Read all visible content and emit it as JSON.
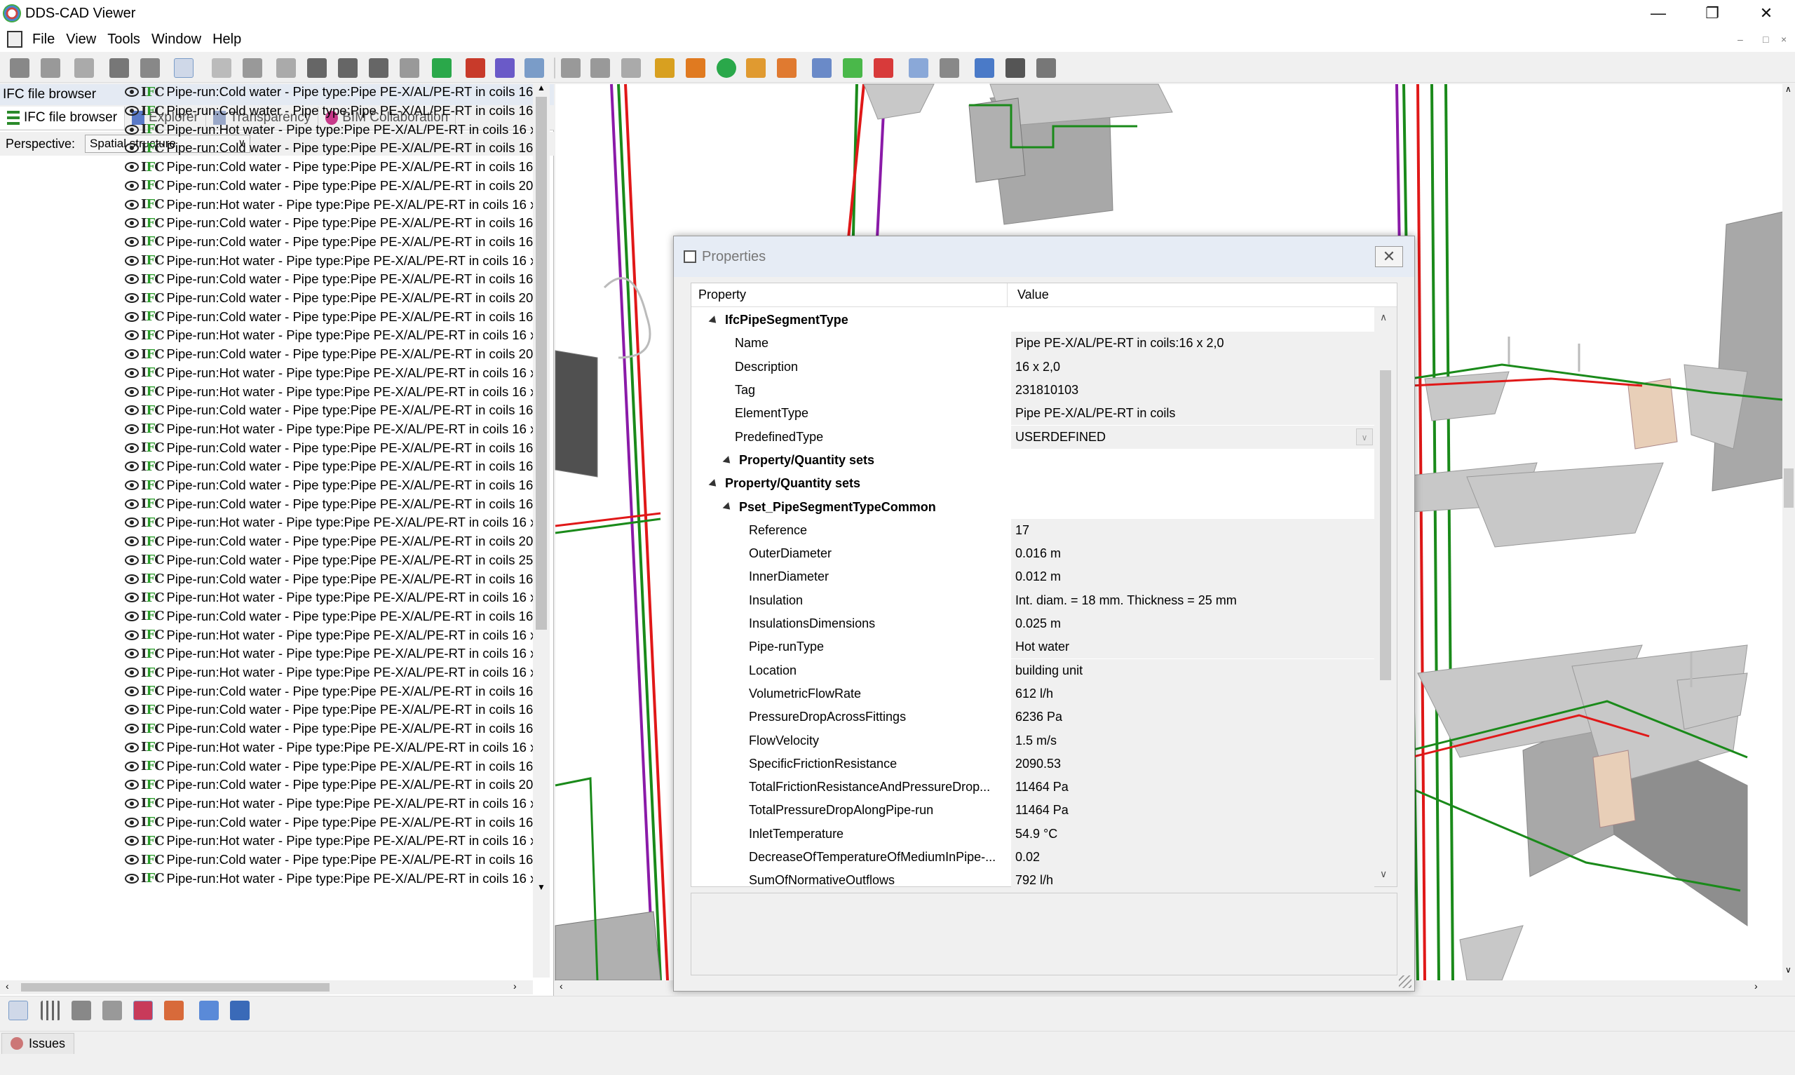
{
  "app": {
    "title": "DDS-CAD Viewer"
  },
  "menu": [
    "File",
    "View",
    "Tools",
    "Window",
    "Help"
  ],
  "left_panel": {
    "title": "IFC file browser",
    "tabs": [
      {
        "label": "IFC file browser"
      },
      {
        "label": "Explorer"
      },
      {
        "label": "Transparency"
      },
      {
        "label": "BIM Collaboration"
      }
    ],
    "perspective_label": "Perspective:",
    "perspective_value": "Spatial structure",
    "tree_rows": [
      "Pipe-run:Cold water - Pipe type:Pipe PE-X/AL/PE-RT in coils 16",
      "Pipe-run:Cold water - Pipe type:Pipe PE-X/AL/PE-RT in coils 16",
      "Pipe-run:Hot water - Pipe type:Pipe PE-X/AL/PE-RT in coils 16 x",
      "Pipe-run:Cold water - Pipe type:Pipe PE-X/AL/PE-RT in coils 16",
      "Pipe-run:Cold water - Pipe type:Pipe PE-X/AL/PE-RT in coils 16",
      "Pipe-run:Cold water - Pipe type:Pipe PE-X/AL/PE-RT in coils 20",
      "Pipe-run:Hot water - Pipe type:Pipe PE-X/AL/PE-RT in coils 16 x",
      "Pipe-run:Cold water - Pipe type:Pipe PE-X/AL/PE-RT in coils 16",
      "Pipe-run:Cold water - Pipe type:Pipe PE-X/AL/PE-RT in coils 16",
      "Pipe-run:Hot water - Pipe type:Pipe PE-X/AL/PE-RT in coils 16 x",
      "Pipe-run:Cold water - Pipe type:Pipe PE-X/AL/PE-RT in coils 16",
      "Pipe-run:Cold water - Pipe type:Pipe PE-X/AL/PE-RT in coils 20",
      "Pipe-run:Cold water - Pipe type:Pipe PE-X/AL/PE-RT in coils 16",
      "Pipe-run:Hot water - Pipe type:Pipe PE-X/AL/PE-RT in coils 16 x",
      "Pipe-run:Cold water - Pipe type:Pipe PE-X/AL/PE-RT in coils 20",
      "Pipe-run:Hot water - Pipe type:Pipe PE-X/AL/PE-RT in coils 16 x",
      "Pipe-run:Hot water - Pipe type:Pipe PE-X/AL/PE-RT in coils 16 x",
      "Pipe-run:Cold water - Pipe type:Pipe PE-X/AL/PE-RT in coils 16",
      "Pipe-run:Hot water - Pipe type:Pipe PE-X/AL/PE-RT in coils 16 x",
      "Pipe-run:Cold water - Pipe type:Pipe PE-X/AL/PE-RT in coils 16",
      "Pipe-run:Cold water - Pipe type:Pipe PE-X/AL/PE-RT in coils 16",
      "Pipe-run:Cold water - Pipe type:Pipe PE-X/AL/PE-RT in coils 16",
      "Pipe-run:Cold water - Pipe type:Pipe PE-X/AL/PE-RT in coils 16",
      "Pipe-run:Hot water - Pipe type:Pipe PE-X/AL/PE-RT in coils 16 x",
      "Pipe-run:Cold water - Pipe type:Pipe PE-X/AL/PE-RT in coils 20",
      "Pipe-run:Cold water - Pipe type:Pipe PE-X/AL/PE-RT in coils 25",
      "Pipe-run:Cold water - Pipe type:Pipe PE-X/AL/PE-RT in coils 16",
      "Pipe-run:Hot water - Pipe type:Pipe PE-X/AL/PE-RT in coils 16 x",
      "Pipe-run:Cold water - Pipe type:Pipe PE-X/AL/PE-RT in coils 16",
      "Pipe-run:Hot water - Pipe type:Pipe PE-X/AL/PE-RT in coils 16 x",
      "Pipe-run:Hot water - Pipe type:Pipe PE-X/AL/PE-RT in coils 16 x",
      "Pipe-run:Hot water - Pipe type:Pipe PE-X/AL/PE-RT in coils 16 x",
      "Pipe-run:Cold water - Pipe type:Pipe PE-X/AL/PE-RT in coils 16",
      "Pipe-run:Cold water - Pipe type:Pipe PE-X/AL/PE-RT in coils 16",
      "Pipe-run:Cold water - Pipe type:Pipe PE-X/AL/PE-RT in coils 16",
      "Pipe-run:Hot water - Pipe type:Pipe PE-X/AL/PE-RT in coils 16 x",
      "Pipe-run:Cold water - Pipe type:Pipe PE-X/AL/PE-RT in coils 16",
      "Pipe-run:Cold water - Pipe type:Pipe PE-X/AL/PE-RT in coils 20",
      "Pipe-run:Hot water - Pipe type:Pipe PE-X/AL/PE-RT in coils 16 x",
      "Pipe-run:Cold water - Pipe type:Pipe PE-X/AL/PE-RT in coils 16",
      "Pipe-run:Hot water - Pipe type:Pipe PE-X/AL/PE-RT in coils 16 x",
      "Pipe-run:Cold water - Pipe type:Pipe PE-X/AL/PE-RT in coils 16",
      "Pipe-run:Hot water - Pipe type:Pipe PE-X/AL/PE-RT in coils 16 x"
    ]
  },
  "properties": {
    "title": "Properties",
    "header_property": "Property",
    "header_value": "Value",
    "rows": [
      {
        "name": "IfcPipeSegmentType",
        "value": "",
        "level": 0,
        "group": true
      },
      {
        "name": "Name",
        "value": "Pipe PE-X/AL/PE-RT in coils:16 x 2,0",
        "level": 1
      },
      {
        "name": "Description",
        "value": "16 x 2,0",
        "level": 1
      },
      {
        "name": "Tag",
        "value": "231810103",
        "level": 1
      },
      {
        "name": "ElementType",
        "value": "Pipe PE-X/AL/PE-RT in coils",
        "level": 1
      },
      {
        "name": "PredefinedType",
        "value": "USERDEFINED",
        "level": 1
      },
      {
        "name": "Property/Quantity sets",
        "value": "",
        "level": 1,
        "group": true
      },
      {
        "name": "Property/Quantity sets",
        "value": "",
        "level": 0,
        "group": true
      },
      {
        "name": "Pset_PipeSegmentTypeCommon",
        "value": "",
        "level": 1,
        "group": true
      },
      {
        "name": "Reference",
        "value": "17",
        "level": 2
      },
      {
        "name": "OuterDiameter",
        "value": "0.016 m",
        "level": 2
      },
      {
        "name": "InnerDiameter",
        "value": "0.012 m",
        "level": 2
      },
      {
        "name": "Insulation",
        "value": "Int. diam. = 18 mm. Thickness = 25 mm",
        "level": 2
      },
      {
        "name": "InsulationsDimensions",
        "value": "0.025 m",
        "level": 2
      },
      {
        "name": "Pipe-runType",
        "value": "Hot water",
        "level": 2
      },
      {
        "name": "Location",
        "value": "building unit",
        "level": 2
      },
      {
        "name": "VolumetricFlowRate",
        "value": "612 l/h",
        "level": 2
      },
      {
        "name": "PressureDropAcrossFittings",
        "value": "6236 Pa",
        "level": 2
      },
      {
        "name": "FlowVelocity",
        "value": "1.5 m/s",
        "level": 2
      },
      {
        "name": "SpecificFrictionResistance",
        "value": "2090.53",
        "level": 2
      },
      {
        "name": "TotalFrictionResistanceAndPressureDrop...",
        "value": "11464 Pa",
        "level": 2
      },
      {
        "name": "TotalPressureDropAlongPipe-run",
        "value": "11464 Pa",
        "level": 2
      },
      {
        "name": "InletTemperature",
        "value": "54.9 °C",
        "level": 2
      },
      {
        "name": "DecreaseOfTemperatureOfMediumInPipe-...",
        "value": "0.02",
        "level": 2
      },
      {
        "name": "SumOfNormativeOutflows",
        "value": "792 l/h",
        "level": 2
      }
    ]
  },
  "issues": {
    "label": "Issues"
  },
  "colors": {
    "hot_pipe": "#e01818",
    "cold_pipe": "#1a8a1a",
    "other_pipe": "#8a1aa8"
  }
}
